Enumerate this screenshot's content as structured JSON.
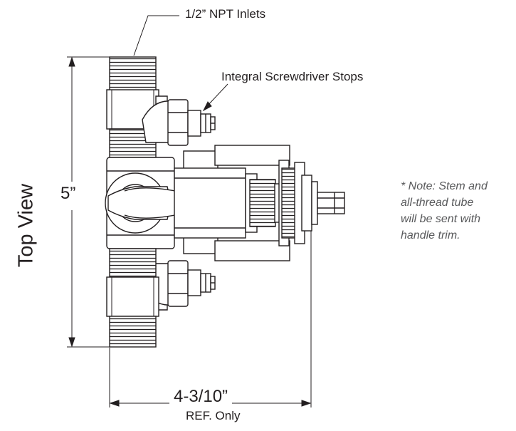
{
  "labels": {
    "inlets_callout": "1/2” NPT Inlets",
    "stops_callout": "Integral Screwdriver Stops",
    "view_title": "Top View",
    "height_dimension": "5”",
    "width_dimension": "4-3/10”",
    "width_note": "REF. Only",
    "note_lines": [
      "* Note: Stem and",
      "all-thread tube",
      "will be sent with",
      "handle trim."
    ]
  }
}
